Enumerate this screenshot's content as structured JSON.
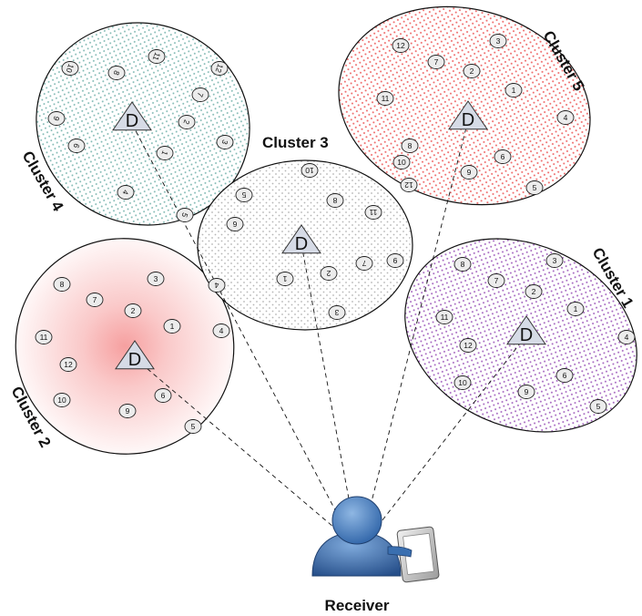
{
  "receiver_label": "Receiver",
  "head_symbol": "D",
  "colors": {
    "cluster1": "#9b5bb0",
    "cluster2": "#f06a6a",
    "cluster3": "#9a9a9a",
    "cluster4": "#6fa8a2",
    "cluster5": "#e35b5b",
    "person_body": "#4f86c6",
    "person_dark": "#2c5a96",
    "tablet": "#d9d9d9"
  },
  "clusters": [
    {
      "id": "cluster1",
      "label": "Cluster 1",
      "nodes": [
        "1",
        "2",
        "3",
        "4",
        "5",
        "6",
        "7",
        "8",
        "9",
        "10",
        "11",
        "12"
      ]
    },
    {
      "id": "cluster2",
      "label": "Cluster 2",
      "nodes": [
        "1",
        "2",
        "3",
        "4",
        "5",
        "6",
        "7",
        "8",
        "9",
        "10",
        "11",
        "12"
      ]
    },
    {
      "id": "cluster3",
      "label": "Cluster 3",
      "nodes": [
        "1",
        "2",
        "3",
        "4",
        "5",
        "6",
        "7",
        "8",
        "9",
        "10",
        "11",
        "12"
      ]
    },
    {
      "id": "cluster4",
      "label": "Cluster 4",
      "nodes": [
        "1",
        "2",
        "3",
        "4",
        "5",
        "6",
        "7",
        "8",
        "9",
        "10",
        "11",
        "12"
      ]
    },
    {
      "id": "cluster5",
      "label": "Cluster 5",
      "nodes": [
        "1",
        "2",
        "3",
        "4",
        "5",
        "6",
        "7",
        "8",
        "9",
        "10",
        "11",
        "12"
      ]
    }
  ]
}
